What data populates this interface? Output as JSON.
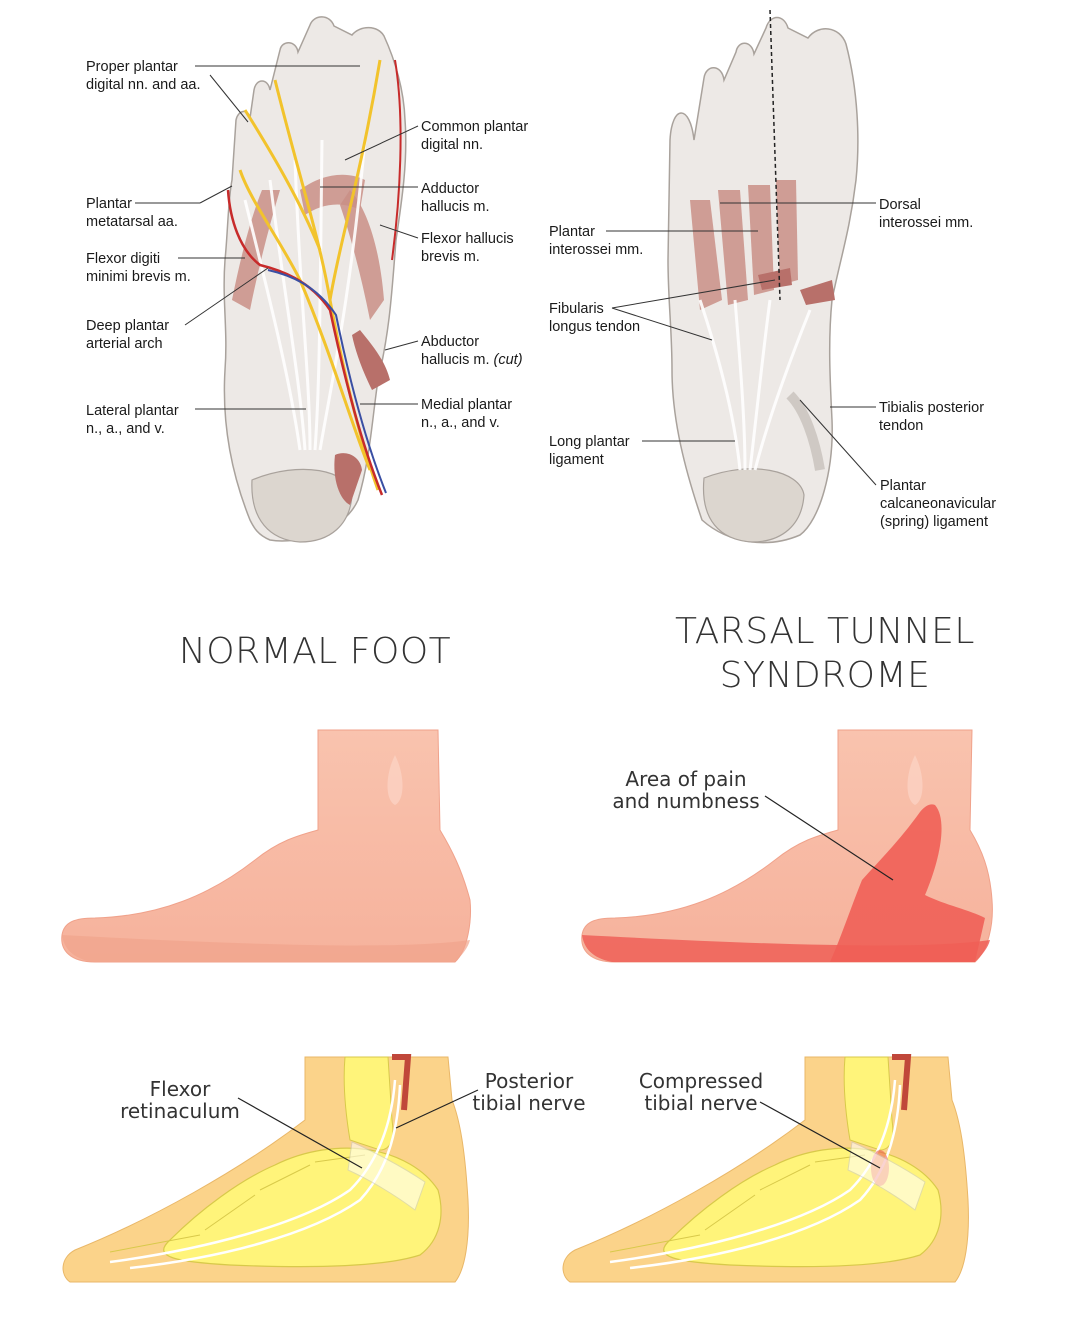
{
  "top_left_labels": {
    "proper_plantar": "Proper plantar\ndigital nn. and aa.",
    "common_plantar": "Common plantar\ndigital nn.",
    "adductor_hallucis": "Adductor\nhallucis m.",
    "plantar_metatarsal": "Plantar\nmetatarsal aa.",
    "flexor_hallucis_brevis": "Flexor hallucis\nbrevis m.",
    "flexor_digiti": "Flexor digiti\nminimi brevis m.",
    "deep_plantar_arch": "Deep plantar\narterial arch",
    "abductor_hallucis_line1": "Abductor",
    "abductor_hallucis_line2": "hallucis m. ",
    "abductor_hallucis_cut": "(cut)",
    "lateral_plantar": "Lateral plantar\nn., a., and v.",
    "medial_plantar": "Medial plantar\nn., a., and v."
  },
  "top_right_labels": {
    "plantar_interossei": "Plantar\ninterossei mm.",
    "dorsal_interossei": "Dorsal\ninterossei mm.",
    "fibularis_longus": "Fibularis\nlongus tendon",
    "tibialis_posterior": "Tibialis posterior\ntendon",
    "long_plantar": "Long plantar\nligament",
    "spring_ligament": "Plantar\ncalcaneonavicular\n(spring) ligament"
  },
  "headings": {
    "normal_foot": "NORMAL FOOT",
    "tarsal_tunnel": "TARSAL TUNNEL\nSYNDROME"
  },
  "bottom_labels": {
    "area_of_pain": "Area of pain\nand numbness",
    "flexor_retinaculum": "Flexor\nretinaculum",
    "posterior_tibial_nerve": "Posterior\ntibial nerve",
    "compressed_tibial_nerve": "Compressed\ntibial nerve"
  },
  "colors": {
    "skin": "#f6b7a3",
    "skin_light": "#fbd2c3",
    "pain": "#ef5f57",
    "bone": "#fff47a",
    "leg_bg": "#fbd38a",
    "muscle": "#c98f86",
    "tendon": "#e9e4e2",
    "nerve": "#f2c32c",
    "artery": "#c72b2b",
    "vein": "#3a4fa3"
  }
}
